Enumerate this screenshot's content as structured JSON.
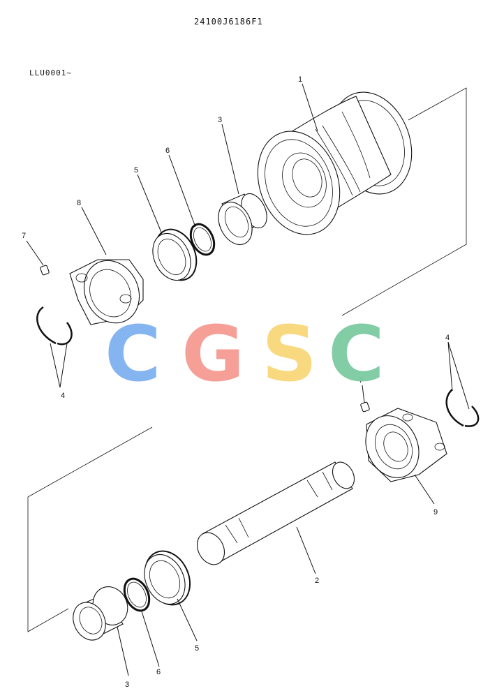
{
  "header": {
    "part_number": "24100J6186F1",
    "serial_range": "LLU0001~"
  },
  "watermark": {
    "letters": [
      {
        "char": "C",
        "color": "#7fb2f0"
      },
      {
        "char": "G",
        "color": "#f59a92"
      },
      {
        "char": "S",
        "color": "#f8d77a"
      },
      {
        "char": "C",
        "color": "#7ccba1"
      }
    ]
  },
  "callouts": {
    "c1": "1",
    "c2": "2",
    "c3a": "3",
    "c3b": "3",
    "c4a": "4",
    "c4b": "4",
    "c5a": "5",
    "c5b": "5",
    "c6a": "6",
    "c6b": "6",
    "c7a": "7",
    "c7b": "7",
    "c8": "8",
    "c9": "9"
  }
}
